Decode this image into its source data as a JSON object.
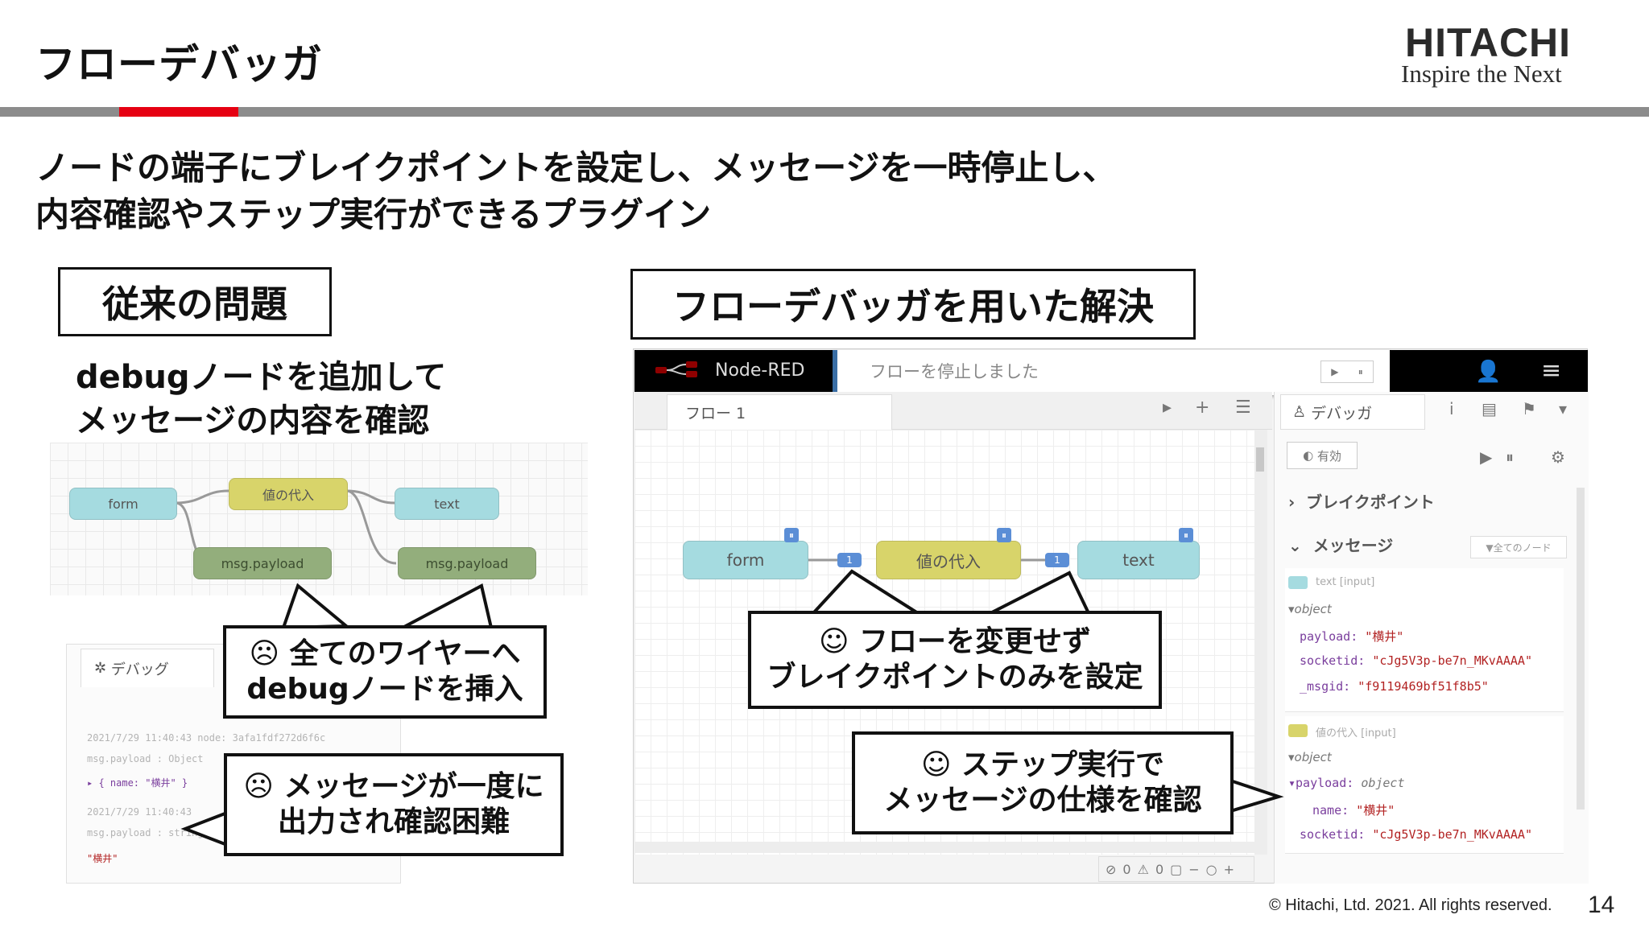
{
  "slide": {
    "title": "フローデバッガ",
    "logo": {
      "name": "HITACHI",
      "tagline": "Inspire the Next"
    },
    "lead": [
      "ノードの端子にブレイクポイントを設定し、メッセージを一時停止し、",
      "内容確認やステップ実行ができるプラグイン"
    ],
    "accent_color": "#e60012",
    "copyright": "© Hitachi, Ltd. 2021. All rights reserved.",
    "page_number": "14"
  },
  "left": {
    "heading": "従来の問題",
    "description": [
      "debugノードを追加して",
      "メッセージの内容を確認"
    ],
    "flow_nodes": [
      "form",
      "値の代入",
      "text",
      "msg.payload",
      "msg.payload"
    ],
    "debug_tab": "デバッグ",
    "debug_lines": [
      "2021/7/29 11:40:43   node: 3afa1fdf272d6f6c",
      "msg.payload : Object",
      "▸ { name: \"横井\" }",
      "2021/7/29 11:40:43",
      "msg.payload : string",
      "\"横井\""
    ],
    "callouts": [
      {
        "icon": "☹",
        "lines": [
          "全てのワイヤーへ",
          "debugノードを挿入"
        ]
      },
      {
        "icon": "☹",
        "lines": [
          "メッセージが一度に",
          "出力され確認困難"
        ]
      }
    ]
  },
  "right": {
    "heading": "フローデバッガを用いた解決",
    "nodered": {
      "brand": "Node-RED",
      "notification": "フローを停止しました",
      "notification_buttons": [
        "▶",
        "⏸"
      ],
      "flow_tab": "フロー 1",
      "nodes": [
        "form",
        "値の代入",
        "text"
      ],
      "breakpoint_labels": [
        "1",
        "1"
      ],
      "footer_status": [
        "0",
        "0"
      ],
      "sidebar": {
        "tab": "デバッガ",
        "toggle": "有効",
        "sections": [
          "ブレイクポイント",
          "メッセージ"
        ],
        "filter": "▼全てのノード",
        "messages": [
          {
            "source": "text  [input]",
            "root": "▾object",
            "lines": [
              {
                "key": "payload: ",
                "value": "\"横井\""
              },
              {
                "key": "socketid: ",
                "value": "\"cJg5V3p-be7n_MKvAAAA\""
              },
              {
                "key": "_msgid: ",
                "value": "\"f9119469bf51f8b5\""
              }
            ]
          },
          {
            "source": "値の代入  [input]",
            "root": "▾object",
            "lines": [
              {
                "key": "▾payload: ",
                "value": "object"
              },
              {
                "key": "name: ",
                "value": "\"横井\""
              },
              {
                "key": "socketid: ",
                "value": "\"cJg5V3p-be7n_MKvAAAA\""
              }
            ]
          }
        ]
      }
    },
    "callouts": [
      {
        "icon": "☺",
        "lines": [
          "フローを変更せず",
          "ブレイクポイントのみを設定"
        ]
      },
      {
        "icon": "☺",
        "lines": [
          "ステップ実行で",
          "メッセージの仕様を確認"
        ]
      }
    ]
  }
}
